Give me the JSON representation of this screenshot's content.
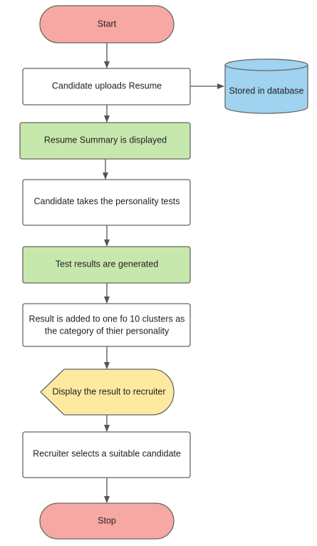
{
  "diagram": {
    "type": "flowchart",
    "nodes": {
      "start": {
        "label": "Start",
        "shape": "terminator",
        "fill": "#f8a8a2"
      },
      "upload": {
        "label": "Candidate uploads Resume",
        "shape": "process",
        "fill": "#ffffff"
      },
      "database": {
        "label": "Stored in database",
        "shape": "database",
        "fill": "#9fd3ef"
      },
      "summary": {
        "label": "Resume Summary is displayed",
        "shape": "process",
        "fill": "#c7e8ad"
      },
      "tests": {
        "label": "Candidate takes the personality tests",
        "shape": "process",
        "fill": "#ffffff"
      },
      "results": {
        "label": "Test results are generated",
        "shape": "process",
        "fill": "#c7e8ad"
      },
      "clusters": {
        "label_line1": "Result is added to one fo 10 clusters as",
        "label_line2": "the category of thier personality",
        "shape": "process",
        "fill": "#ffffff"
      },
      "display": {
        "label": "Display the result to recruiter",
        "shape": "display",
        "fill": "#fdeaa0"
      },
      "recruiter": {
        "label": "Recruiter selects a suitable candidate",
        "shape": "process",
        "fill": "#ffffff"
      },
      "stop": {
        "label": "Stop",
        "shape": "terminator",
        "fill": "#f8a8a2"
      }
    },
    "colors": {
      "stroke": "#666666",
      "arrow": "#555555",
      "text": "#222222"
    }
  }
}
